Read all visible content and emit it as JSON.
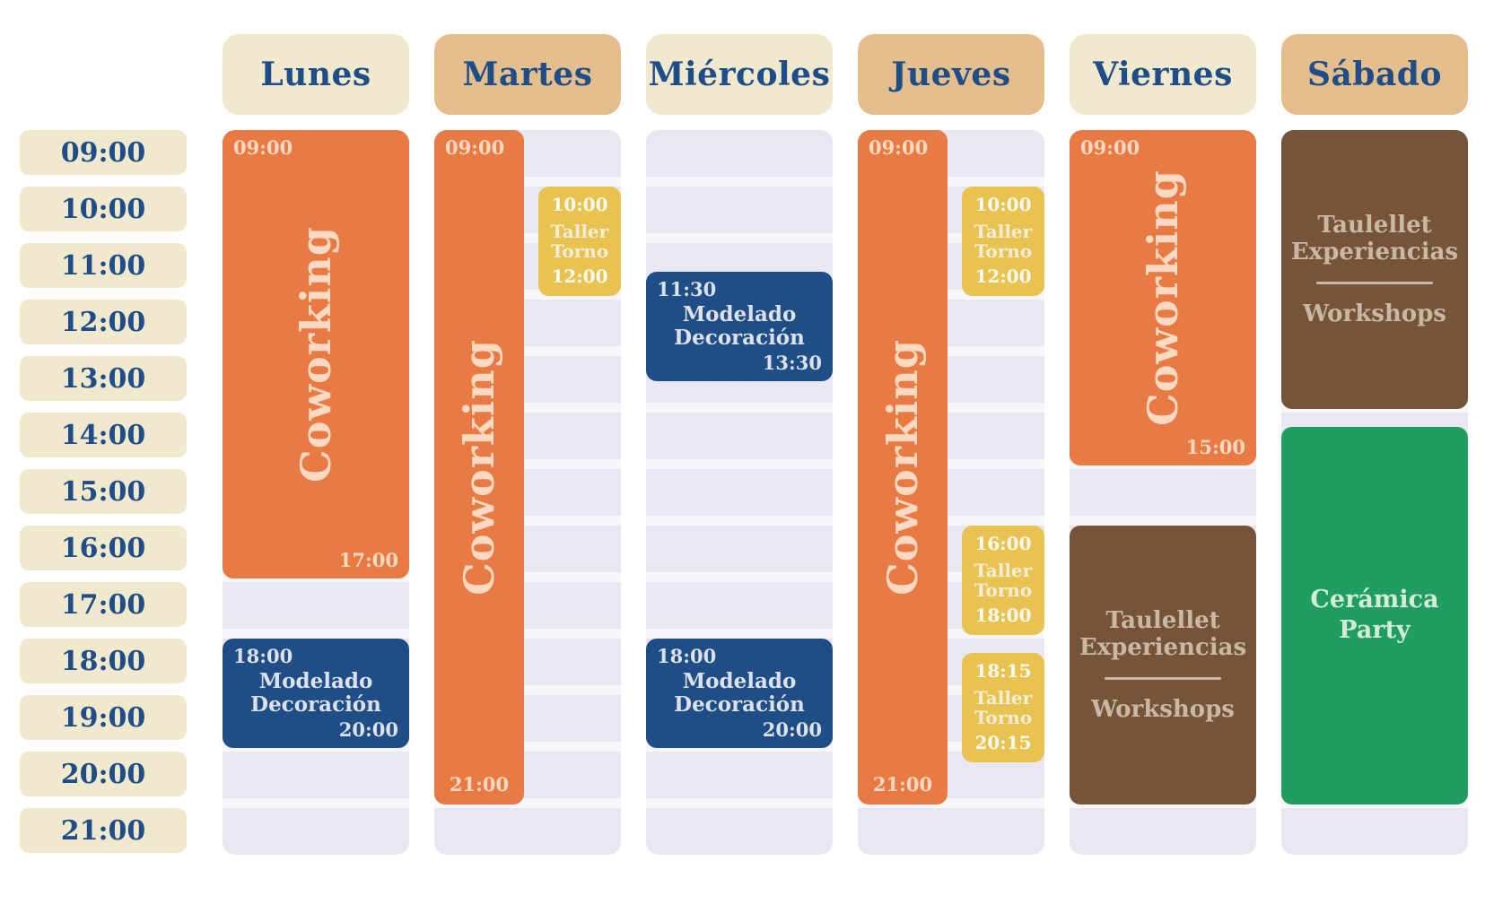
{
  "palette": {
    "cream": "#F0E9CD",
    "tan": "#E5BE8D",
    "navy": "#1E4D87",
    "orange": "#E87B43",
    "orange_text": "#FBD9C2",
    "yellow": "#E9C351",
    "yellow_title": "#F6EED6",
    "yellow_time": "#FDFBF2",
    "blue": "#1E4E85",
    "blue_text": "#DCE1EC",
    "brown": "#76543A",
    "brown_text": "#C9B8A4",
    "green": "#1F9E60",
    "green_text": "#D3EBDA",
    "band": "#E8E7F2",
    "bandgap": "#F7F7FB",
    "page": "#FFFFFF"
  },
  "time_labels": [
    "09:00",
    "10:00",
    "11:00",
    "12:00",
    "13:00",
    "14:00",
    "15:00",
    "16:00",
    "17:00",
    "18:00",
    "19:00",
    "20:00",
    "21:00"
  ],
  "days": [
    {
      "name": "Lunes",
      "header_variant": "cream",
      "events": [
        {
          "id": "coworking",
          "color": "orange",
          "vertical": true,
          "title": "Coworking",
          "start": 9,
          "end": 17,
          "span": "full",
          "start_label": "09:00",
          "start_align": "left",
          "end_label": "17:00",
          "end_align": "right"
        },
        {
          "id": "modelado-decoracion",
          "color": "blue",
          "title_lines": [
            "Modelado",
            "Decoración"
          ],
          "start": 18,
          "end": 20,
          "span": "full",
          "start_label": "18:00",
          "start_align": "left",
          "end_label": "20:00",
          "end_align": "right"
        }
      ]
    },
    {
      "name": "Martes",
      "header_variant": "tan",
      "events": [
        {
          "id": "coworking",
          "color": "orange",
          "vertical": true,
          "title": "Coworking",
          "start": 9,
          "end": 21,
          "span": "left",
          "start_label": "09:00",
          "start_align": "left",
          "end_label": "21:00",
          "end_align": "center"
        },
        {
          "id": "taller-torno",
          "color": "yellow",
          "title_lines": [
            "Taller",
            "Torno"
          ],
          "start": 10,
          "end": 12,
          "span": "right",
          "start_label": "10:00",
          "start_align": "center",
          "end_label": "12:00",
          "end_align": "center"
        }
      ]
    },
    {
      "name": "Miércoles",
      "header_variant": "cream",
      "events": [
        {
          "id": "modelado-decoracion",
          "color": "blue",
          "title_lines": [
            "Modelado",
            "Decoración"
          ],
          "start": 11.5,
          "end": 13.5,
          "span": "full",
          "start_label": "11:30",
          "start_align": "left",
          "end_label": "13:30",
          "end_align": "right"
        },
        {
          "id": "modelado-decoracion",
          "color": "blue",
          "title_lines": [
            "Modelado",
            "Decoración"
          ],
          "start": 18,
          "end": 20,
          "span": "full",
          "start_label": "18:00",
          "start_align": "left",
          "end_label": "20:00",
          "end_align": "right"
        }
      ]
    },
    {
      "name": "Jueves",
      "header_variant": "tan",
      "events": [
        {
          "id": "coworking",
          "color": "orange",
          "vertical": true,
          "title": "Coworking",
          "start": 9,
          "end": 21,
          "span": "left",
          "start_label": "09:00",
          "start_align": "left",
          "end_label": "21:00",
          "end_align": "center"
        },
        {
          "id": "taller-torno",
          "color": "yellow",
          "title_lines": [
            "Taller",
            "Torno"
          ],
          "start": 10,
          "end": 12,
          "span": "right",
          "start_label": "10:00",
          "start_align": "center",
          "end_label": "12:00",
          "end_align": "center"
        },
        {
          "id": "taller-torno",
          "color": "yellow",
          "title_lines": [
            "Taller",
            "Torno"
          ],
          "start": 16,
          "end": 18,
          "span": "right",
          "start_label": "16:00",
          "start_align": "center",
          "end_label": "18:00",
          "end_align": "center"
        },
        {
          "id": "taller-torno",
          "color": "yellow",
          "title_lines": [
            "Taller",
            "Torno"
          ],
          "start": 18.25,
          "end": 20.25,
          "span": "right",
          "start_label": "18:15",
          "start_align": "center",
          "end_label": "20:15",
          "end_align": "center"
        }
      ]
    },
    {
      "name": "Viernes",
      "header_variant": "cream",
      "events": [
        {
          "id": "coworking",
          "color": "orange",
          "vertical": true,
          "title": "Coworking",
          "start": 9,
          "end": 15,
          "span": "full",
          "start_label": "09:00",
          "start_align": "left",
          "end_label": "15:00",
          "end_align": "right"
        },
        {
          "id": "taulellet-workshops",
          "color": "brown",
          "title_lines": [
            "Taulellet",
            "Experiencias"
          ],
          "divider": true,
          "subtitle": "Workshops",
          "start": 16,
          "end": 21,
          "span": "full"
        }
      ]
    },
    {
      "name": "Sábado",
      "header_variant": "tan",
      "events": [
        {
          "id": "taulellet-workshops",
          "color": "brown",
          "title_lines": [
            "Taulellet",
            "Experiencias"
          ],
          "divider": true,
          "subtitle": "Workshops",
          "start": 9,
          "end": 14,
          "span": "full"
        },
        {
          "id": "ceramica-party",
          "color": "green",
          "title_lines": [
            "Cerámica",
            "Party"
          ],
          "start": 14.25,
          "end": 21,
          "span": "full"
        }
      ]
    }
  ]
}
